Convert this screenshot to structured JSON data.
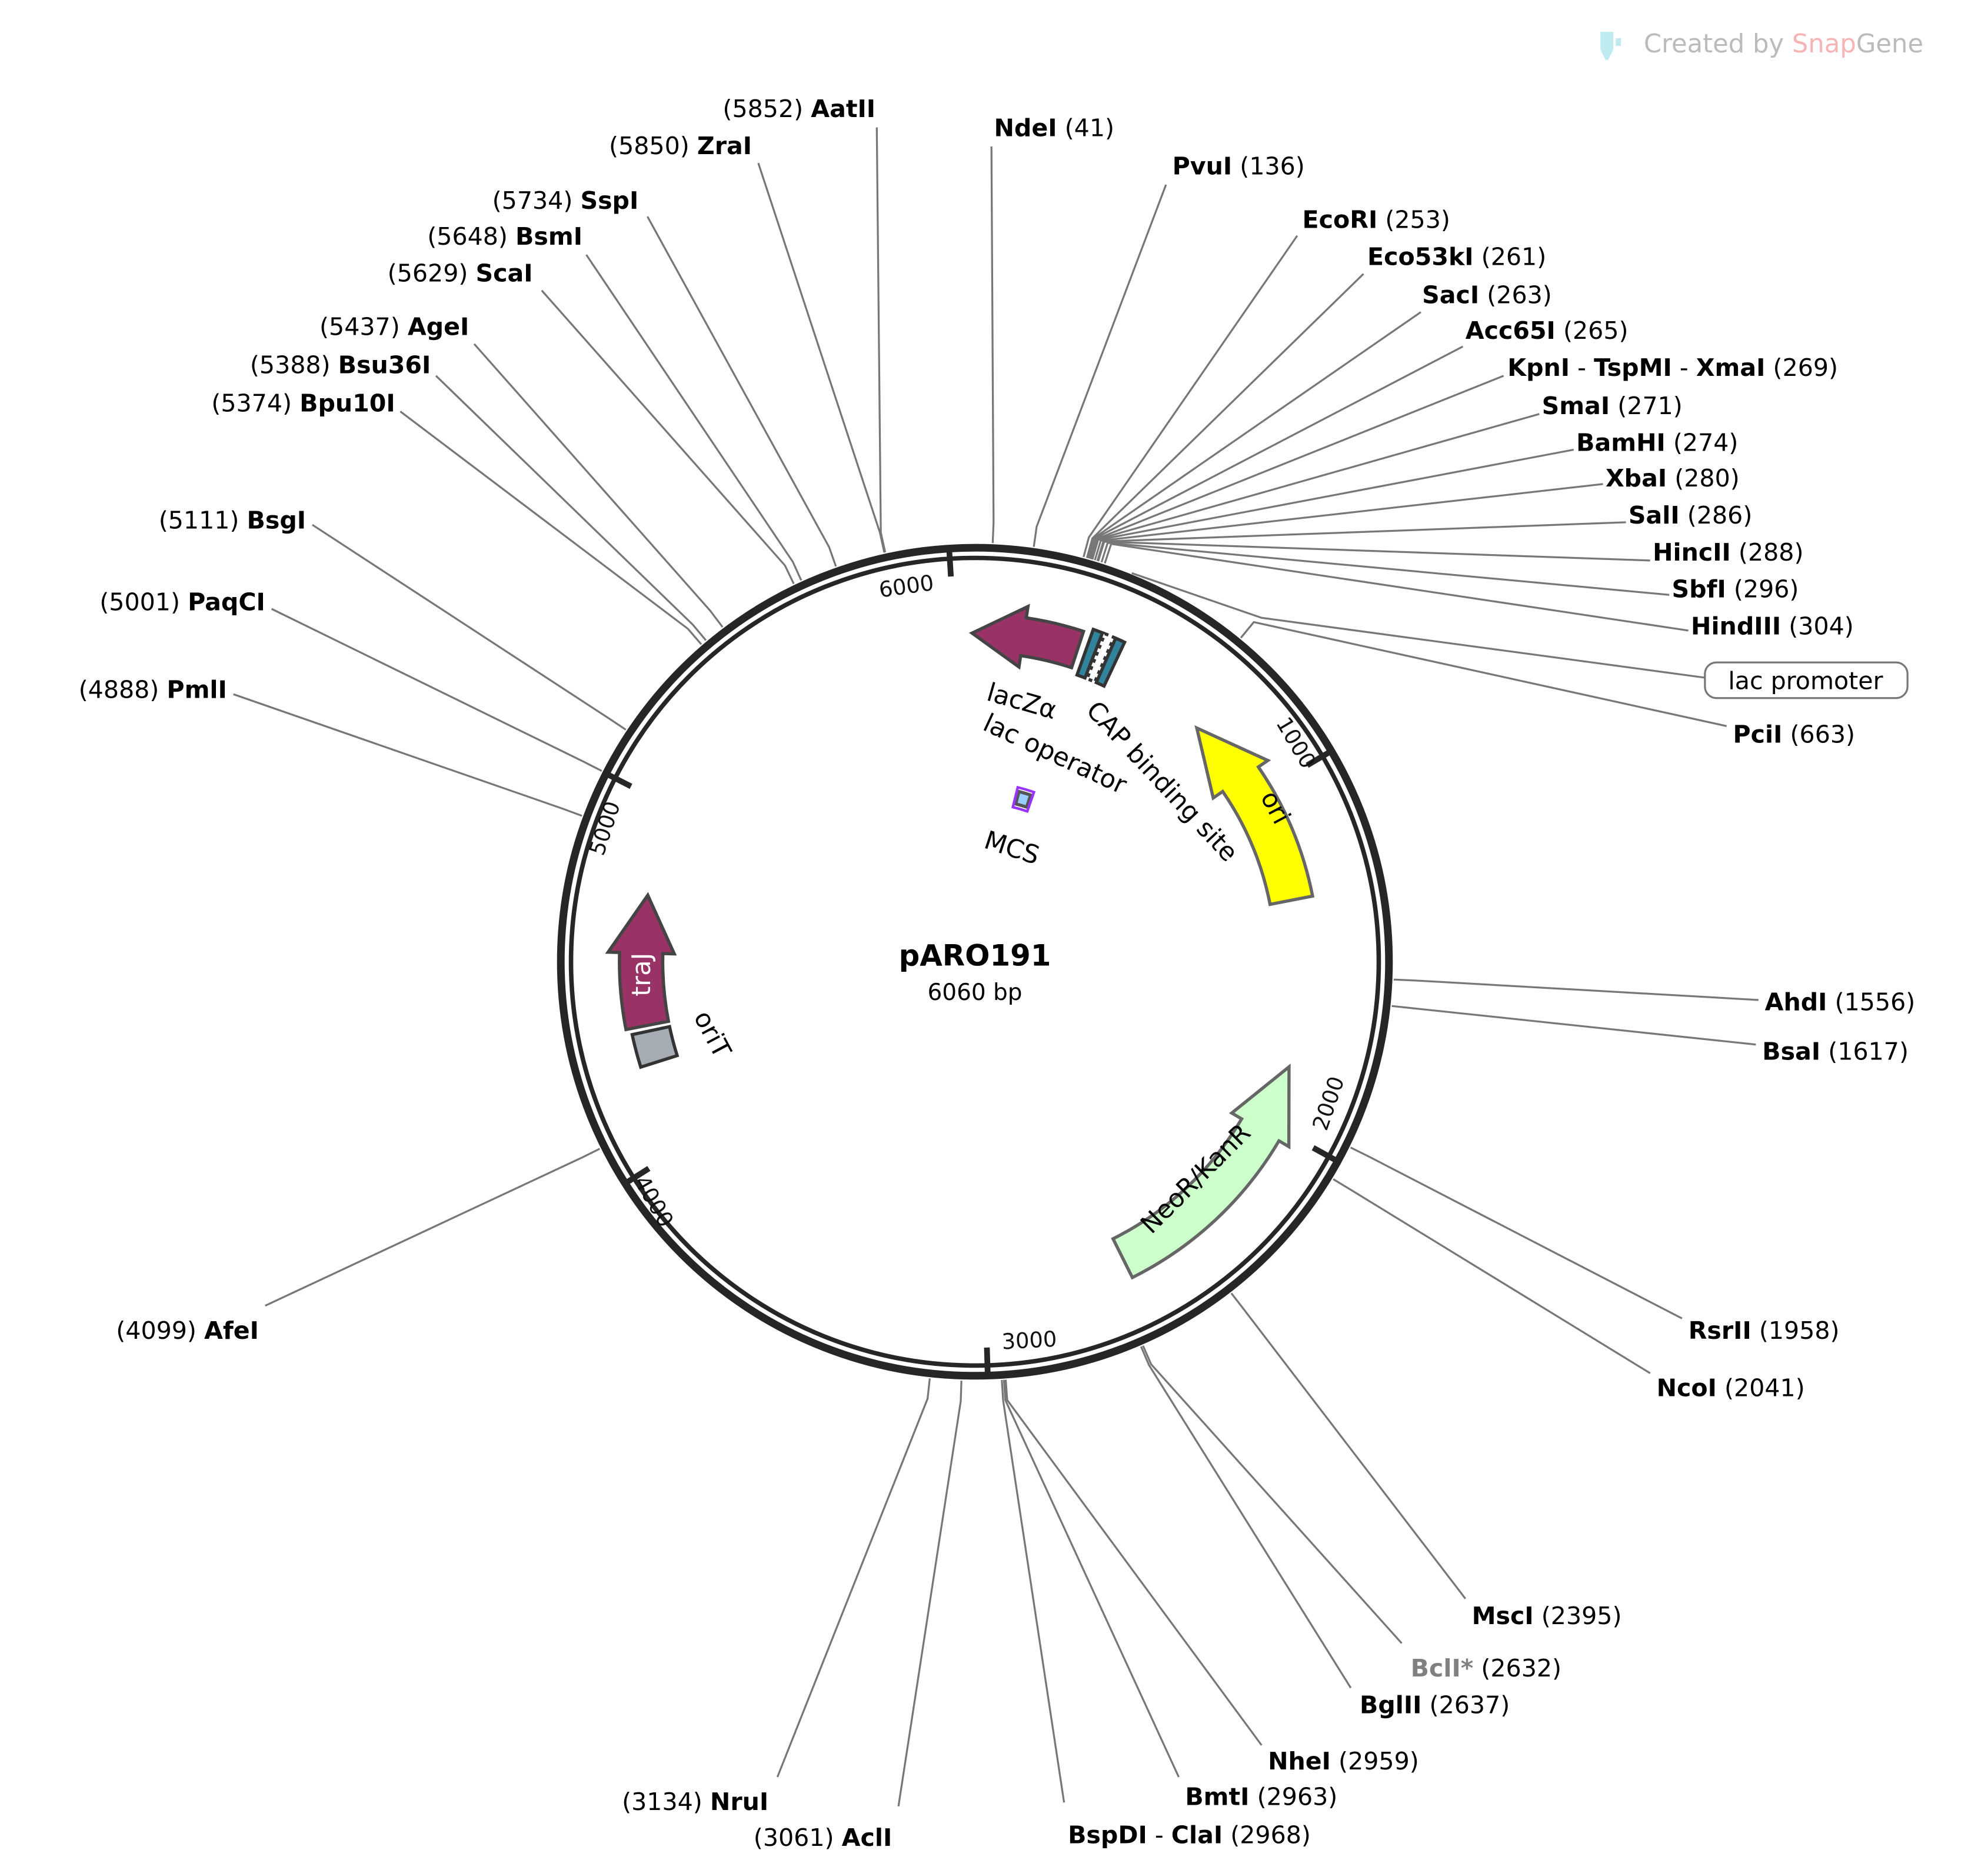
{
  "watermark": {
    "prefix": "Created by ",
    "brand1": "Snap",
    "brand2": "Gene"
  },
  "plasmid": {
    "name": "pARO191",
    "length_label": "6060 bp",
    "length": 6060
  },
  "ticks": [
    "1000",
    "2000",
    "3000",
    "4000",
    "5000",
    "6000"
  ],
  "enzymes": [
    {
      "name": "NdeI",
      "pos": "41",
      "side": "right"
    },
    {
      "name": "PvuI",
      "pos": "136",
      "side": "right"
    },
    {
      "name": "EcoRI",
      "pos": "253",
      "side": "right"
    },
    {
      "name": "Eco53kI",
      "pos": "261",
      "side": "right"
    },
    {
      "name": "SacI",
      "pos": "263",
      "side": "right"
    },
    {
      "name": "Acc65I",
      "pos": "265",
      "side": "right"
    },
    {
      "name": "KpnI - TspMI - XmaI",
      "pos": "269",
      "side": "right"
    },
    {
      "name": "SmaI",
      "pos": "271",
      "side": "right"
    },
    {
      "name": "BamHI",
      "pos": "274",
      "side": "right"
    },
    {
      "name": "XbaI",
      "pos": "280",
      "side": "right"
    },
    {
      "name": "SalI",
      "pos": "286",
      "side": "right"
    },
    {
      "name": "HincII",
      "pos": "288",
      "side": "right"
    },
    {
      "name": "SbfI",
      "pos": "296",
      "side": "right"
    },
    {
      "name": "HindIII",
      "pos": "304",
      "side": "right"
    },
    {
      "name": "PciI",
      "pos": "663",
      "side": "right"
    },
    {
      "name": "AhdI",
      "pos": "1556",
      "side": "right"
    },
    {
      "name": "BsaI",
      "pos": "1617",
      "side": "right"
    },
    {
      "name": "RsrII",
      "pos": "1958",
      "side": "right"
    },
    {
      "name": "NcoI",
      "pos": "2041",
      "side": "right"
    },
    {
      "name": "MscI",
      "pos": "2395",
      "side": "right"
    },
    {
      "name": "BclI*",
      "pos": "2632",
      "side": "right",
      "color": "#808080"
    },
    {
      "name": "BglII",
      "pos": "2637",
      "side": "right"
    },
    {
      "name": "NheI",
      "pos": "2959",
      "side": "right"
    },
    {
      "name": "BmtI",
      "pos": "2963",
      "side": "right"
    },
    {
      "name": "BspDI - ClaI",
      "pos": "2968",
      "side": "right"
    },
    {
      "name": "AclI",
      "pos": "3061",
      "side": "left"
    },
    {
      "name": "NruI",
      "pos": "3134",
      "side": "left"
    },
    {
      "name": "AfeI",
      "pos": "4099",
      "side": "left"
    },
    {
      "name": "PmlI",
      "pos": "4888",
      "side": "left"
    },
    {
      "name": "PaqCI",
      "pos": "5001",
      "side": "left"
    },
    {
      "name": "BsgI",
      "pos": "5111",
      "side": "left"
    },
    {
      "name": "Bpu10I",
      "pos": "5374",
      "side": "left"
    },
    {
      "name": "Bsu36I",
      "pos": "5388",
      "side": "left"
    },
    {
      "name": "AgeI",
      "pos": "5437",
      "side": "left"
    },
    {
      "name": "ScaI",
      "pos": "5629",
      "side": "left"
    },
    {
      "name": "BsmI",
      "pos": "5648",
      "side": "left"
    },
    {
      "name": "SspI",
      "pos": "5734",
      "side": "left"
    },
    {
      "name": "ZraI",
      "pos": "5850",
      "side": "left"
    },
    {
      "name": "AatII",
      "pos": "5852",
      "side": "left"
    }
  ],
  "features": {
    "lacZa": {
      "label": "lacZα",
      "color": "#993366"
    },
    "lac_operator": {
      "label": "lac operator",
      "color": "#31849b"
    },
    "cap_site": {
      "label": "CAP binding site",
      "color": "#31849b"
    },
    "mcs": {
      "label": "MCS",
      "color": "#99ccff"
    },
    "ori": {
      "label": "ori",
      "color": "#ffff00"
    },
    "neor": {
      "label": "NeoR/KanR",
      "color": "#ccffcc"
    },
    "traJ": {
      "label": "traJ",
      "color": "#993366"
    },
    "oriT": {
      "label": "oriT",
      "color": "#a6acb3"
    },
    "lac_promoter": {
      "label": "lac promoter"
    }
  }
}
